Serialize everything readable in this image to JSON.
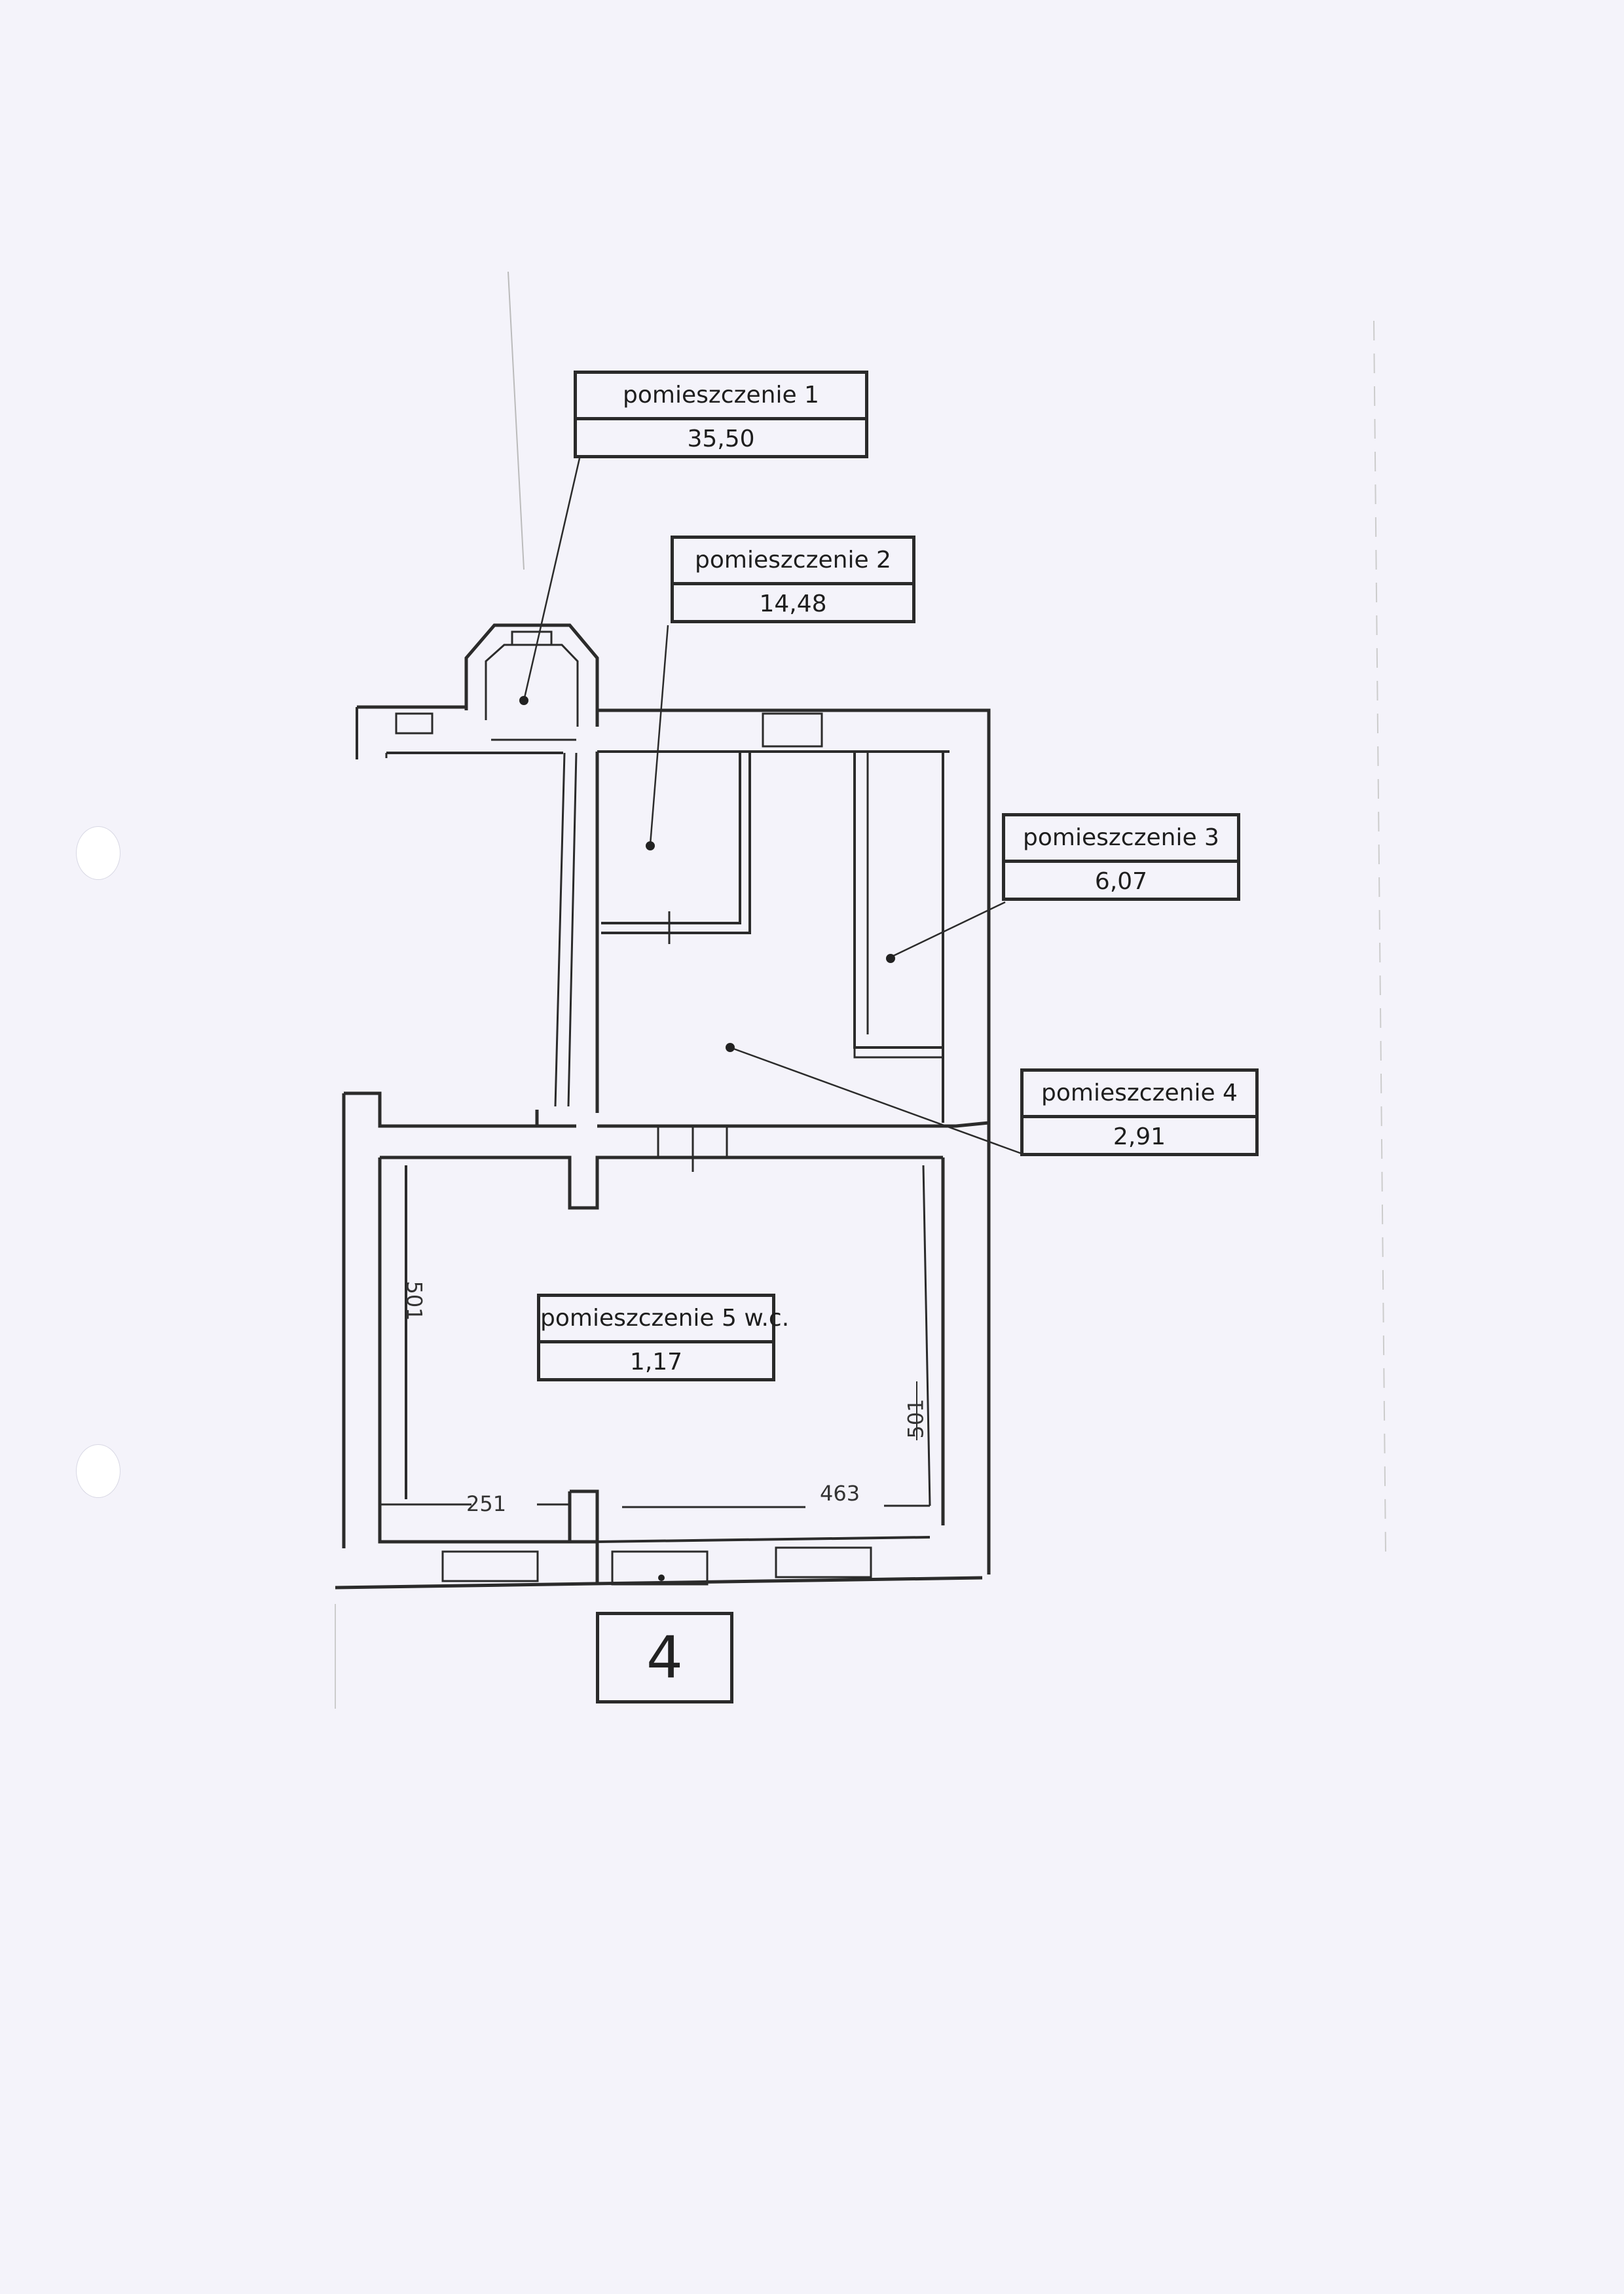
{
  "rooms": [
    {
      "name": "pomieszczenie 5 w.c.",
      "area": "1,17"
    },
    {
      "name": "pomieszczenie 4",
      "area": "2,91"
    },
    {
      "name": "pomieszczenie 3",
      "area": "6,07"
    },
    {
      "name": "pomieszczenie 2",
      "area": "14,48"
    },
    {
      "name": "pomieszczenie 1",
      "area": "35,50"
    }
  ],
  "dimensions": {
    "left_height": "501",
    "right_height": "501",
    "bottom_left": "251",
    "bottom_right": "463"
  },
  "page_number": "4"
}
